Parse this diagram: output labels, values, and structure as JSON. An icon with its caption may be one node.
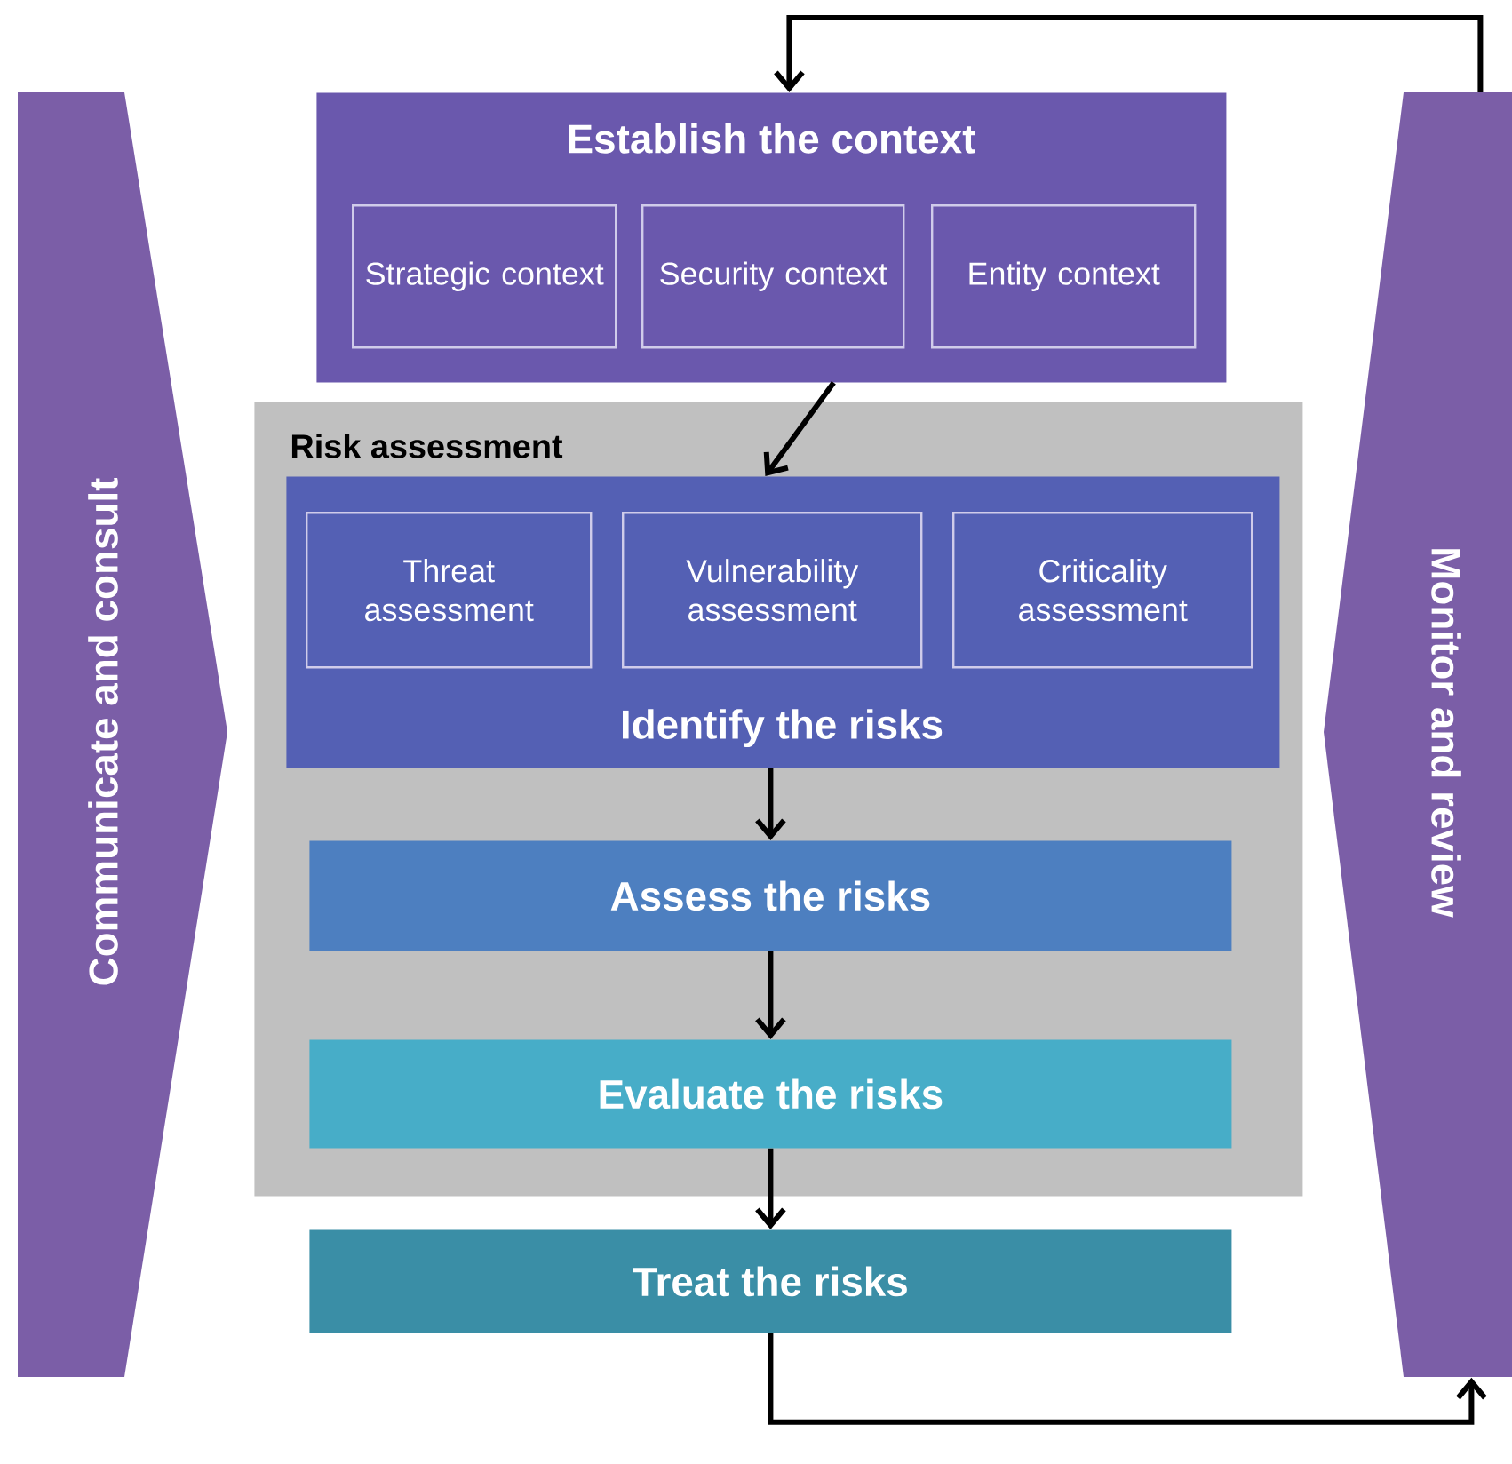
{
  "diagram": {
    "nodes": [
      {
        "text": [
          "Establish the context"
        ]
      },
      {
        "text": [
          "Strategic context"
        ],
        "in": 0
      },
      {
        "text": [
          "Security context"
        ],
        "in": 0
      },
      {
        "text": [
          "Entity context"
        ],
        "in": 0
      },
      {
        "text": [
          "Risk assessment"
        ]
      },
      {
        "text": [
          "Identify the risks"
        ],
        "in": 4
      },
      {
        "text": [
          "Threat assessment"
        ],
        "in": 5
      },
      {
        "text": [
          "Vulnerability assessment"
        ],
        "in": 5
      },
      {
        "text": [
          "Criticality assessment"
        ],
        "in": 5
      },
      {
        "text": [
          "Assess the risks"
        ],
        "in": 4
      },
      {
        "text": [
          "Evaluate the risks"
        ],
        "in": 4
      },
      {
        "text": [
          "Treat the risks"
        ]
      },
      {
        "text": [
          "Communicate and consult"
        ]
      },
      {
        "text": [
          "Monitor and review"
        ]
      }
    ],
    "edges": [
      {
        "from": 0,
        "to": 5,
        "arrow": "to"
      },
      {
        "from": 5,
        "to": 9,
        "arrow": "to"
      },
      {
        "from": 9,
        "to": 10,
        "arrow": "to"
      },
      {
        "from": 10,
        "to": 11,
        "arrow": "to"
      },
      {
        "from": 11,
        "to": 13,
        "arrow": "to"
      },
      {
        "from": 13,
        "to": 0,
        "arrow": "to"
      }
    ]
  }
}
